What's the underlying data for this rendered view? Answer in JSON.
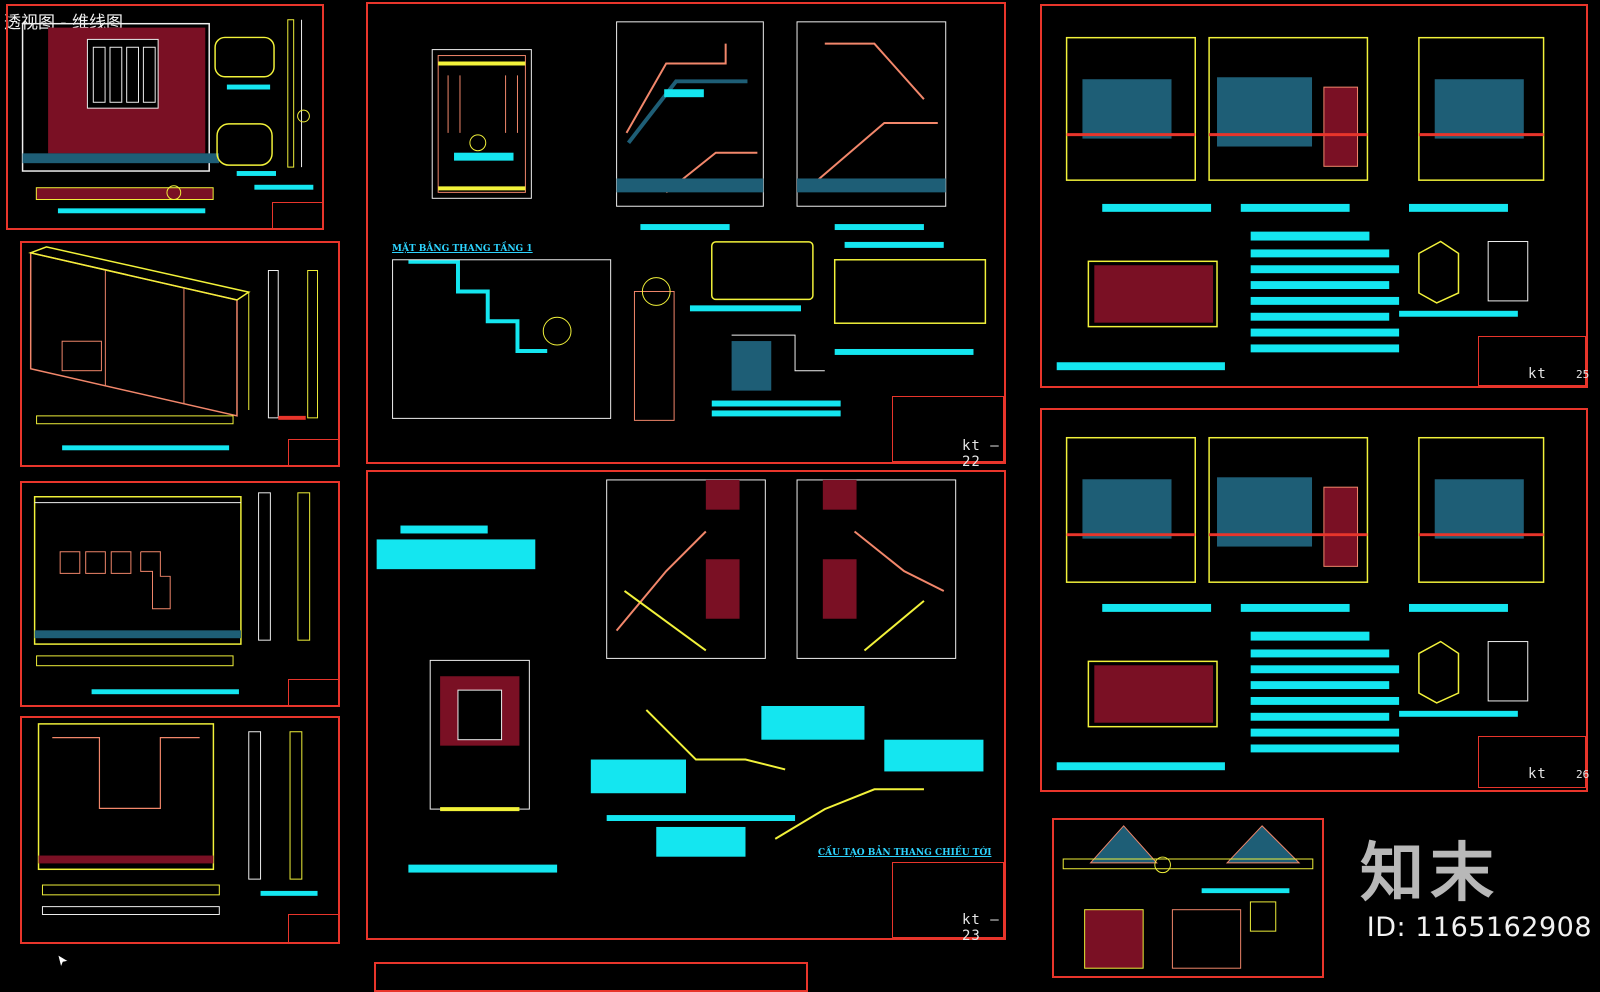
{
  "header": {
    "label": "透视图 - 维线图"
  },
  "sheets": [
    {
      "id": "kt-22",
      "number": "kt — 22",
      "label": "MẶT BẰNG THANG TẦNG 1"
    },
    {
      "id": "kt-23",
      "number": "kt — 23",
      "label": "CẤU TẠO BẢN THANG CHIẾU TỚI"
    },
    {
      "id": "kt-25",
      "number": "kt",
      "side_number": "25"
    },
    {
      "id": "kt-26",
      "number": "kt",
      "side_number": "26"
    }
  ],
  "watermark": {
    "logo": "知末",
    "id_text": "ID: 1165162908"
  },
  "colors": {
    "frame": "#e8352b",
    "cyan": "#14e6f0",
    "yellow": "#f2f23a",
    "white": "#f0f0f0",
    "salmon": "#f2876b",
    "maroon": "#7a1024",
    "teal": "#1e5e76"
  }
}
